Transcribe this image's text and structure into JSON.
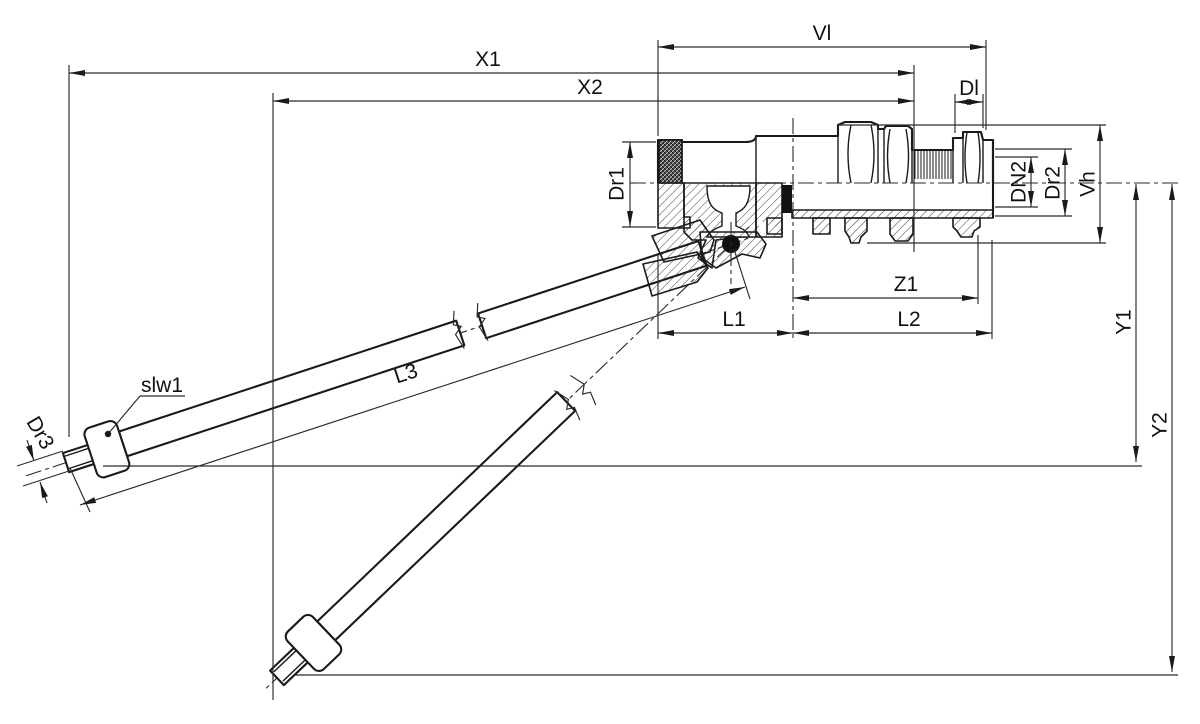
{
  "drawing": {
    "labels": {
      "x1": "X1",
      "x2": "X2",
      "vl": "Vl",
      "dl": "Dl",
      "dr1": "Dr1",
      "dn2": "DN2",
      "dr2": "Dr2",
      "vh": "Vh",
      "z1": "Z1",
      "l1": "L1",
      "l2": "L2",
      "y1": "Y1",
      "y2": "Y2",
      "l3": "L3",
      "slw1": "slw1",
      "dr3": "Dr3"
    },
    "colors": {
      "line": "#1a1a1a",
      "dimension_line": "#2a2a2a",
      "background": "#ffffff"
    }
  }
}
